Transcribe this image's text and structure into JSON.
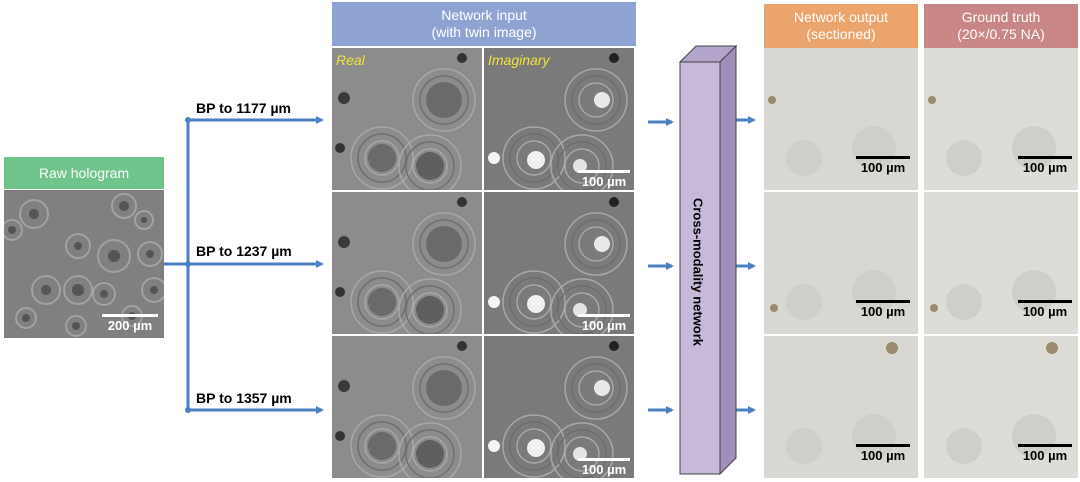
{
  "raw_hologram": {
    "header": "Raw hologram",
    "header_color": "#6fc48b",
    "scale_label": "200 µm"
  },
  "branches": [
    {
      "label": "BP to 1177 µm"
    },
    {
      "label": "BP to 1237 µm"
    },
    {
      "label": "BP to 1357 µm"
    }
  ],
  "network_input": {
    "header_line1": "Network input",
    "header_line2": "(with twin image)",
    "header_color": "#8fa3d3",
    "real_label": "Real",
    "imaginary_label": "Imaginary",
    "label_color": "#f2e33a",
    "scale_label": "100 µm"
  },
  "network": {
    "label": "Cross-modality network",
    "color": "#c6b9d9"
  },
  "network_output": {
    "header_line1": "Network output",
    "header_line2": "(sectioned)",
    "header_color": "#eba46c",
    "scale_label": "100 µm"
  },
  "ground_truth": {
    "header_line1": "Ground truth",
    "header_line2": "(20×/0.75 NA)",
    "header_color": "#c98686",
    "scale_label": "100 µm"
  },
  "arrow_color": "#4a7fc1"
}
